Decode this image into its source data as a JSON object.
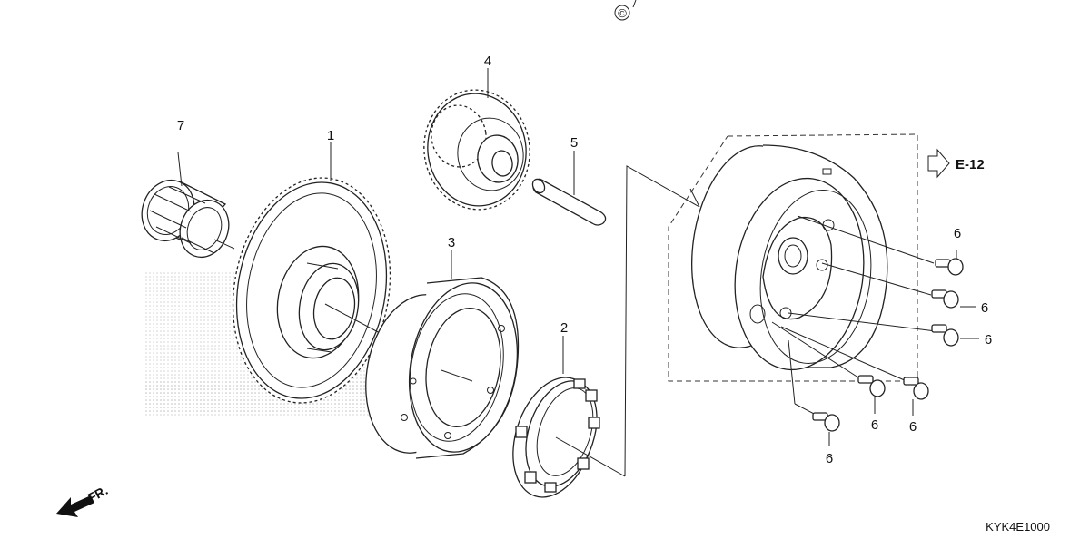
{
  "diagram": {
    "callouts": [
      {
        "id": "1",
        "label": "1"
      },
      {
        "id": "2",
        "label": "2"
      },
      {
        "id": "3",
        "label": "3"
      },
      {
        "id": "4",
        "label": "4"
      },
      {
        "id": "5",
        "label": "5"
      },
      {
        "id": "7",
        "label": "7"
      }
    ],
    "bolt_callouts": [
      "6",
      "6",
      "6",
      "6",
      "6",
      "6"
    ],
    "reference_label": "E-12",
    "direction_label": "FR.",
    "diagram_code": "KYK4E1000",
    "copyright_symbol": "©",
    "icons": {
      "reference": "outline-arrow-right-icon",
      "direction": "front-direction-arrow-icon"
    }
  }
}
